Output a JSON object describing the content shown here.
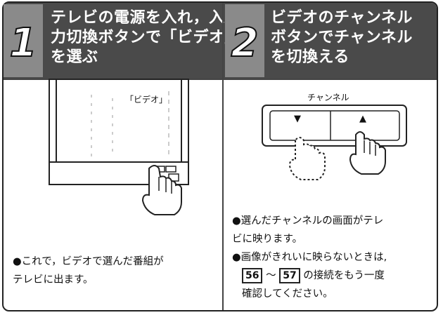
{
  "steps": [
    {
      "number": "1",
      "title": "テレビの電源を入れ，入\n力切換ボタンで「ビデオ」\nを選ぶ",
      "screen_label": "「ビデオ」",
      "bullet": "●これで，ビデオで選んだ番組が\n テレビに出ます。"
    },
    {
      "number": "2",
      "title": "ビデオのチャンネル\nボタンでチャンネル\nを切換える",
      "remote_label": "チャンネル",
      "down_symbol": "▼",
      "up_symbol": "▲",
      "bullet1": "●選んだチャンネルの画面がテレ\n  ビに映ります。",
      "bullet2_prefix": "●画像がきれいに映らないときは,",
      "ref1": "56",
      "ref_sep": "～",
      "ref2": "57",
      "bullet2_mid": " の接続をもう一度",
      "bullet2_end": "確認してください。"
    }
  ],
  "colors": {
    "header": "#4a4a4a",
    "step_box": "#8a8a8a"
  }
}
